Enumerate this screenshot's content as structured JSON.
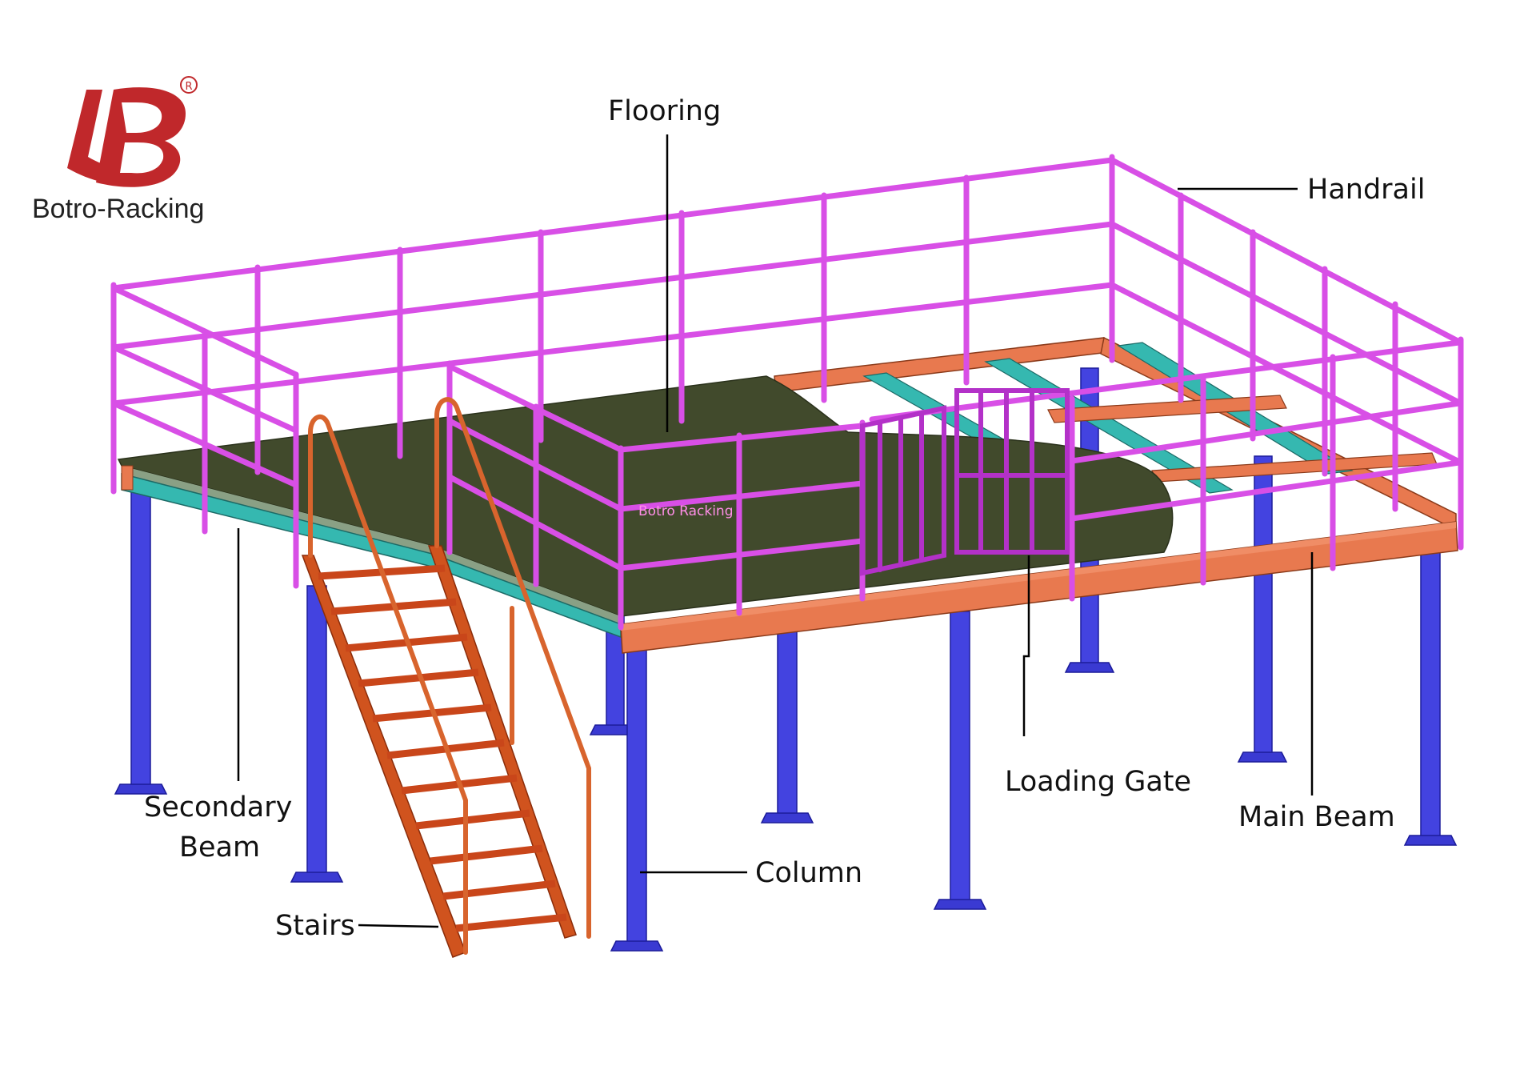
{
  "brand": {
    "name": "Botro-Racking",
    "logo_letters": "LB",
    "registered_mark": "R",
    "logo_color": "#c0282b"
  },
  "watermark": {
    "text": "Botro Racking",
    "color": "#ff8ee8"
  },
  "labels": {
    "flooring": "Flooring",
    "handrail": "Handrail",
    "secondary_beam_line1": "Secondary",
    "secondary_beam_line2": "Beam",
    "stairs": "Stairs",
    "column": "Column",
    "loading_gate": "Loading Gate",
    "main_beam": "Main Beam"
  },
  "colors": {
    "column": "#4343e0",
    "handrail": "#d84fe6",
    "main_beam": "#e8794f",
    "secondary_beam": "#35b8b0",
    "flooring": "#414a2c",
    "stairs": "#d0531e"
  }
}
